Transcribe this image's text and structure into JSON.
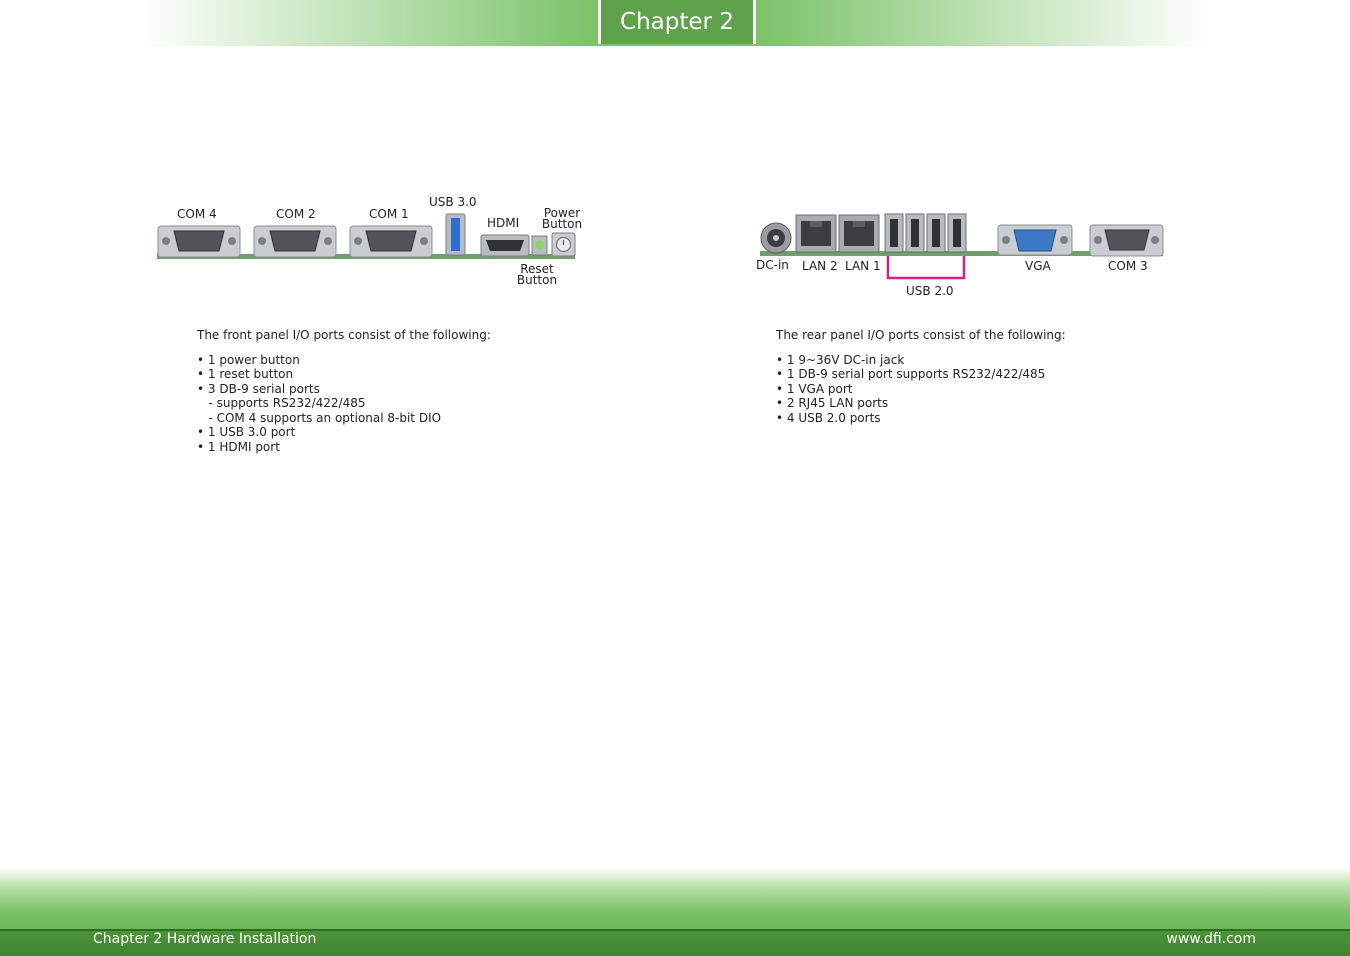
{
  "header": {
    "chapter_label": "Chapter 2"
  },
  "front_panel": {
    "labels": {
      "com4": "COM 4",
      "com2": "COM 2",
      "com1": "COM 1",
      "usb3": "USB 3.0",
      "hdmi": "HDMI",
      "power_button": "Power Button",
      "reset_button": "Reset Button"
    },
    "intro": "The front panel I/O ports consist of the following:",
    "items": [
      "• 1 power button",
      "• 1 reset button",
      "• 3 DB-9 serial ports",
      "   - supports RS232/422/485",
      "   - COM 4 supports an optional 8-bit DIO",
      "• 1 USB 3.0 port",
      "• 1 HDMI port"
    ]
  },
  "rear_panel": {
    "labels": {
      "dc_in": "DC-in",
      "lan2": "LAN 2",
      "lan1": "LAN 1",
      "usb2": "USB 2.0",
      "vga": "VGA",
      "com3": "COM 3"
    },
    "intro": "The rear panel I/O ports consist of the following:",
    "items": [
      "• 1 9~36V DC-in jack",
      "• 1 DB-9 serial port supports RS232/422/485",
      "• 1 VGA port",
      "• 2 RJ45 LAN ports",
      "• 4 USB 2.0 ports"
    ]
  },
  "footer": {
    "left": "Chapter 2 Hardware Installation",
    "right": "www.dfi.com"
  },
  "colors": {
    "header_green": "#5ea24b",
    "footer_green": "#4b9438",
    "usb_bracket": "#d0208a",
    "usb3_blue": "#2f6fd0",
    "vga_blue": "#3a78c8"
  }
}
